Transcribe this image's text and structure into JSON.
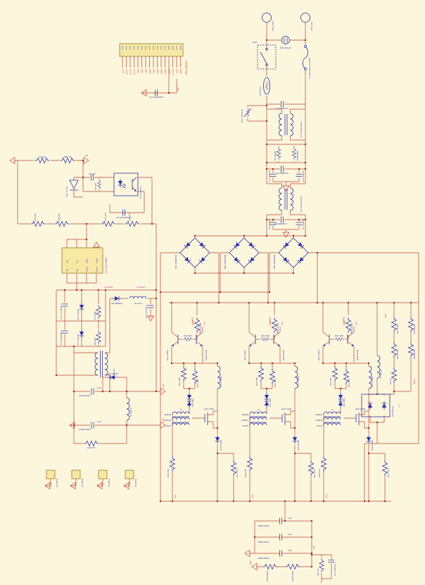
{
  "colors": {
    "background": "#fcf6dc",
    "wire": "#b5493a",
    "component": "#2e34a8",
    "junction": "#8c2f22",
    "body_fill": "#f7e9a4",
    "body_border": "#8f7f2f",
    "label_blue": "#3a41b0",
    "label_red": "#c23b2e",
    "label_magenta": "#c04098"
  },
  "cn1": {
    "ref": "CN1 CON16",
    "pins": [
      "VCC",
      "OUT1",
      "OUT2",
      "OUT3",
      "FB1",
      "FB2",
      "FB3",
      "SW1",
      "SW2",
      "SW3",
      "DIM1",
      "DIM2",
      "DIM3",
      "SYNC",
      "VDD",
      "GND"
    ],
    "cap": "C22 C332x50V",
    "net": "VDD"
  },
  "ac": {
    "jac2": "JAC2 ACN",
    "jac1": "JAC1 ACL",
    "neon": "NE1 NE-2H",
    "fuse": "F1 Slow Blow 4A/250V",
    "sw": "SW1",
    "rt": "RT1 5D-9",
    "rv": "RV1 14D471K",
    "c1": "C1 A682P1/3"
  },
  "emi": {
    "lf1": "LF1 UU9.8-10mH",
    "r1a": "R1A 820K",
    "r1b": "R1B 820K",
    "c2": "C2 A682P1/3",
    "c3": "C3 C222PY",
    "c4": "C4 C222PY",
    "lf2": "LF2 UU9.8-10mH",
    "c5": "C5 A682P1/3",
    "c6": "C6 C222PY",
    "c7": "C7 C222PY"
  },
  "bridges": [
    "BD1 2KBP06M",
    "BD2 2KBP06M",
    "BD3 2KBP06M"
  ],
  "ctrl": {
    "r6a": "R6A 1M",
    "r6b": "R6B 1M",
    "port_fb": "FB",
    "vr": "VR1 TL431",
    "c9": "C9 104",
    "r5": "R5 10K",
    "u2": "U2 LTV817C",
    "c8": "C8 A104X1PC/3",
    "r2a": "R2A 2M",
    "r2b": "R2B 2M",
    "r3a": "R3A 47K",
    "r3b": "R3B 47K",
    "net1": "C13A4PY",
    "net2": "C13A4PY"
  },
  "ic": {
    "label": "U1 FSL136HR",
    "p1": "Vstr",
    "p2": "Vcc",
    "p3": "GND",
    "p4": "Drain",
    "p5": "FB",
    "p6": "Ipk",
    "p7": "GND",
    "p8": "Drain"
  },
  "psu": {
    "c11": "C11 4.7uF/50V",
    "d6": "D6 UF4007",
    "r7": "R7 100K",
    "c12": "C12 222P/50V",
    "d7": "D7 1N4148",
    "r8": "R8 20R",
    "d8": "D8 SB5100",
    "l8": "L8 10uH",
    "c13": "C13 471/1KV",
    "t1": "T1 EE19",
    "d10": "D10 SR240",
    "c14_ref": "C14",
    "c14": "C330uF/25V",
    "c15_ref": "C15",
    "c15": "C330uF/25V",
    "l9": "L9 100uH",
    "r16": "R16 471",
    "port_12v": "+12V",
    "port_vdd": "VDD"
  },
  "ch": [
    {
      "port_top": "LAMP1",
      "rtop": "R10 470K",
      "q1": "Q1A 13003",
      "q1b": "Q1B 13003",
      "rb": "R11 2R2",
      "net_q": "12V",
      "r12": "R12 10R",
      "r13": "R13 10R",
      "diac": "D11 DB3",
      "l3": "L3 1.0mH",
      "tw1": "1W6LB",
      "tw2": "1W6LB",
      "tw3": "Y16LB",
      "t2": "T2",
      "q2": "Q1C 4N60",
      "dout": "D12 FR107",
      "rbot_l": "R16 47K",
      "rbot_r": "R17 47K",
      "port_bot": "LN1"
    },
    {
      "port_top": "LAMP2",
      "rtop": "R20 470K",
      "q1": "Q2A 13003",
      "q1b": "Q2B 13003",
      "rb": "R21 2R2",
      "net_q": "12V",
      "r12": "R22 10R",
      "r13": "R23 10R",
      "diac": "D21 DB3",
      "l3": "L4 1.0mH",
      "tw1": "1W6LB",
      "tw2": "1W6LB",
      "tw3": "Y16LB",
      "t2": "T3",
      "q2": "Q2C 4N60",
      "dout": "D22 FR107",
      "rbot_l": "R26 47K",
      "rbot_r": "R27 47K",
      "port_bot": "LN2"
    },
    {
      "port_top": "LAMP3",
      "rtop": "R30 470K",
      "q1": "Q3A 13003",
      "q1b": "Q3B 13003",
      "rb": "R31 2R2",
      "net_q": "12V",
      "r12": "R32 10R",
      "r13": "R33 10R",
      "diac": "D31 DB3",
      "l3": "L5 1.0mH",
      "tw1": "1W6LB",
      "tw2": "1W6LB",
      "tw3": "Y16LB",
      "t2": "T4",
      "q2": "Q3C 4N60",
      "dout": "D32 FR107",
      "rbot_l": "R36 47K",
      "rbot_r": "R37 47K",
      "port_bot": "LN3"
    }
  ],
  "rcol": {
    "net400": "400V",
    "r7a": "R7A 820K",
    "r7b": "R7B 820K",
    "r8a": "R8A 820K",
    "r8b": "R8B 820K",
    "r9": "R9 1K",
    "net_obd": "OBD1",
    "net_vl": "VL",
    "l7": "L7 100uH",
    "d11": "D11 BAV21"
  },
  "bulk": {
    "c18_ref": "C18",
    "c18": "C680u/450V",
    "c19_ref": "C19",
    "c19": "C680u/450V",
    "c20_ref": "C20",
    "c20": "C680u/450V",
    "net400": "400",
    "port_mid": "MID",
    "r61": "R61B 820K",
    "r62": "R62B 820K",
    "r63": "R63 1K",
    "c24": "C24 102/1KV"
  },
  "jacks": [
    "J2 CON1",
    "J3 CON1",
    "J4 CON1",
    "J5 CON1"
  ]
}
